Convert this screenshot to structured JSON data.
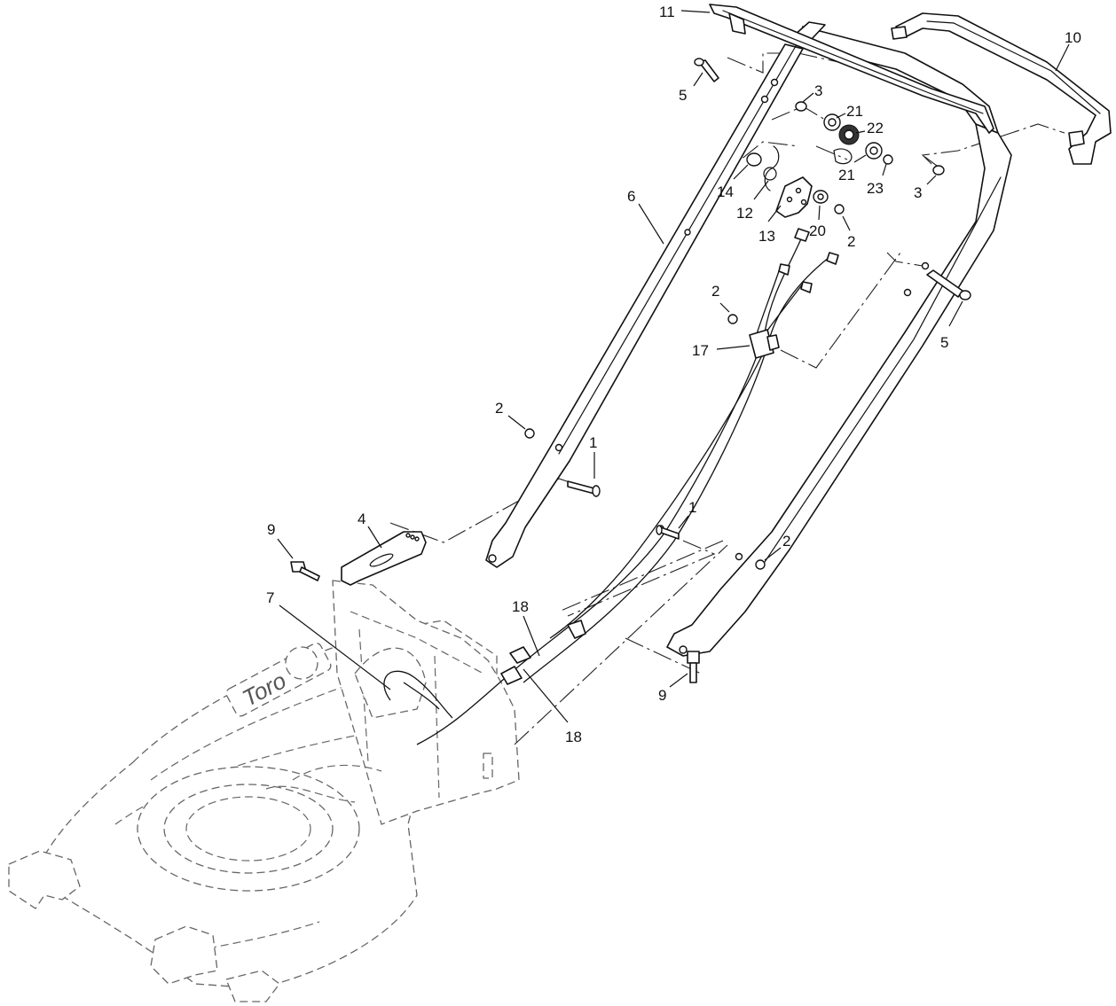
{
  "callouts": {
    "c1a": "1",
    "c1b": "1",
    "c2a": "2",
    "c2b": "2",
    "c2c": "2",
    "c2d": "2",
    "c3a": "3",
    "c3b": "3",
    "c4": "4",
    "c5a": "5",
    "c5b": "5",
    "c6": "6",
    "c7": "7",
    "c9a": "9",
    "c9b": "9",
    "c10": "10",
    "c11": "11",
    "c12": "12",
    "c13": "13",
    "c14": "14",
    "c17": "17",
    "c18a": "18",
    "c18b": "18",
    "c20": "20",
    "c21a": "21",
    "c21b": "21",
    "c22": "22",
    "c23": "23"
  },
  "deck_brand": "Toro",
  "colors": {
    "line": "#111111",
    "ghost": "#666666",
    "background": "#ffffff"
  }
}
